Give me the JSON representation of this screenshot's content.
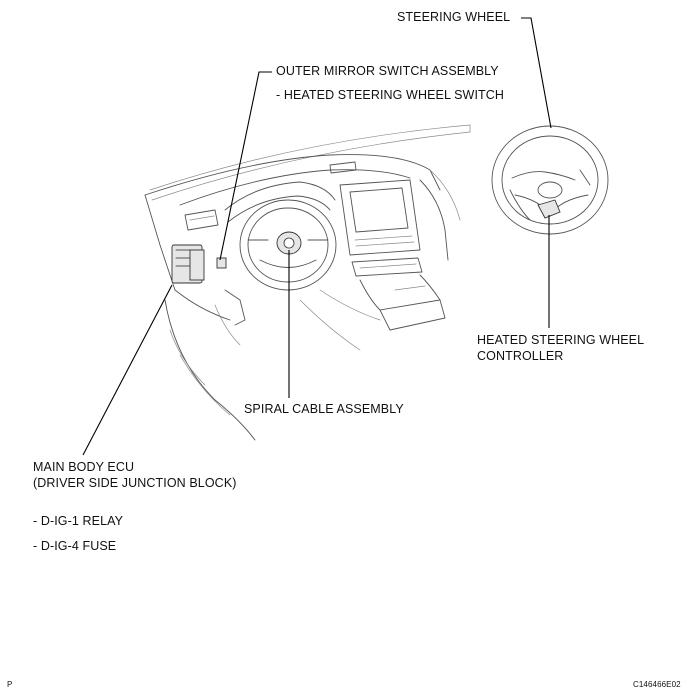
{
  "labels": {
    "steering_wheel": "STEERING WHEEL",
    "outer_mirror_switch": "OUTER MIRROR SWITCH ASSEMBLY",
    "heated_switch": "- HEATED STEERING WHEEL SWITCH",
    "heated_controller_line1": "HEATED STEERING WHEEL",
    "heated_controller_line2": "CONTROLLER",
    "spiral_cable": "SPIRAL CABLE ASSEMBLY",
    "main_body_ecu_line1": "MAIN BODY ECU",
    "main_body_ecu_line2": "(DRIVER SIDE JUNCTION BLOCK)",
    "relay": "- D-IG-1 RELAY",
    "fuse": "- D-IG-4 FUSE"
  },
  "footer": {
    "left_mark": "P",
    "figure_code": "C146466E02"
  }
}
